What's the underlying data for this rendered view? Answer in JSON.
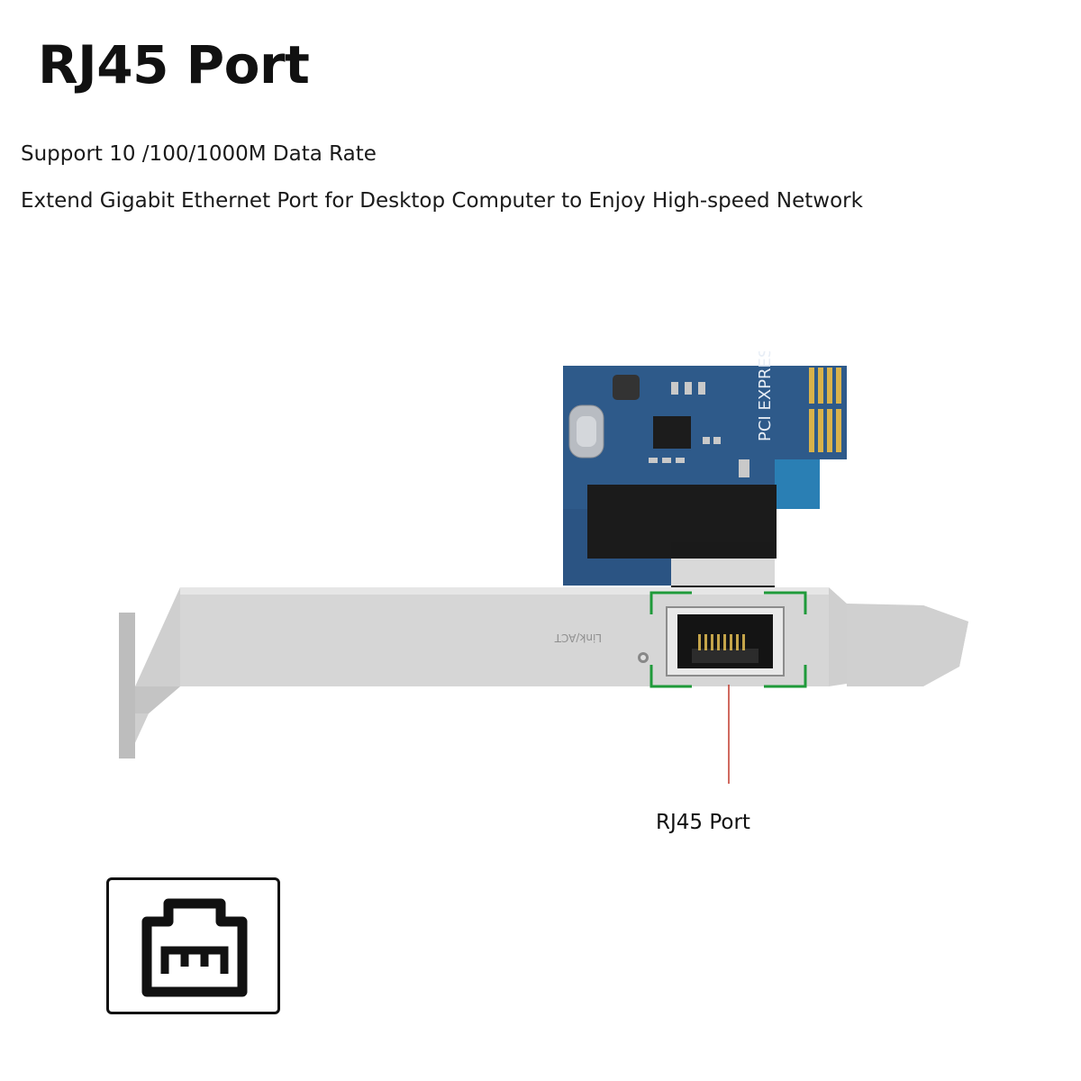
{
  "heading": "RJ45 Port",
  "features": [
    "Support 10 /100/1000M Data Rate",
    "Extend Gigabit Ethernet Port for Desktop Computer to Enjoy High-speed Network"
  ],
  "product": {
    "callout_label": "RJ45 Port",
    "bracket_text": "Link/ACT",
    "pcb_logo": "PCI EXPRESS",
    "colors": {
      "pcb": "#2e5a8a",
      "bracket": "#d6d6d6",
      "highlight": "#1f9a3a",
      "callout_line": "#c0392b"
    }
  },
  "icon": {
    "name": "ethernet-port-icon"
  }
}
